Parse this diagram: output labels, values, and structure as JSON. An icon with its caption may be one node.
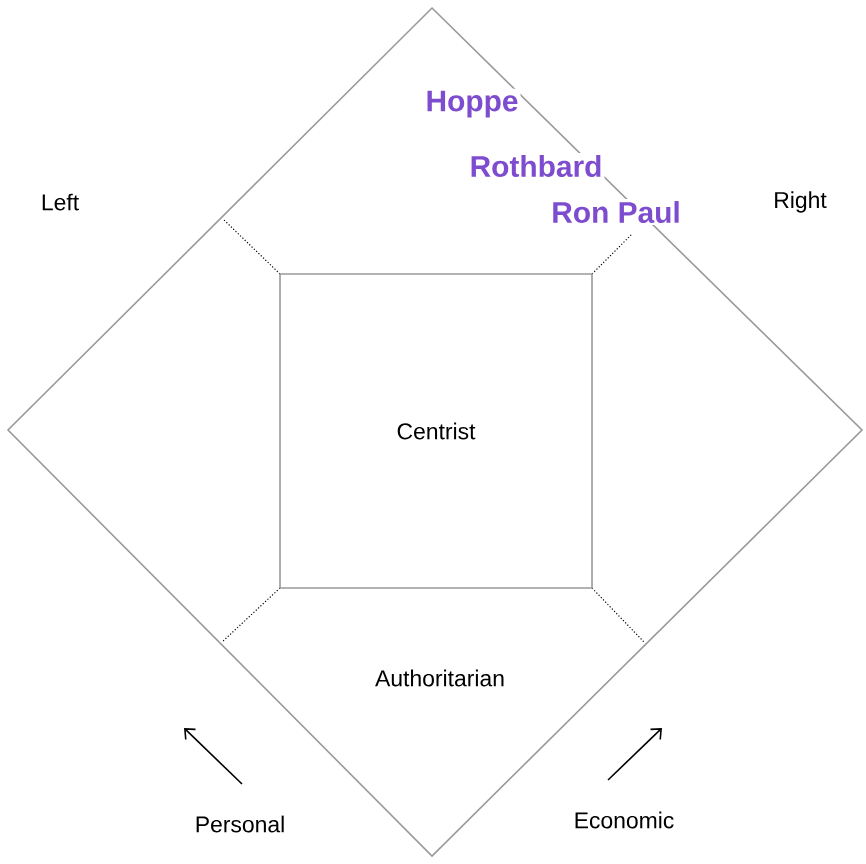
{
  "diagram": {
    "nodes": [
      {
        "text": [
          "Centrist"
        ]
      }
    ],
    "labels": [
      "Hoppe",
      "Rothbard",
      "Ron Paul",
      "Left",
      "Right",
      "Authoritarian",
      "Personal",
      "Economic"
    ]
  }
}
